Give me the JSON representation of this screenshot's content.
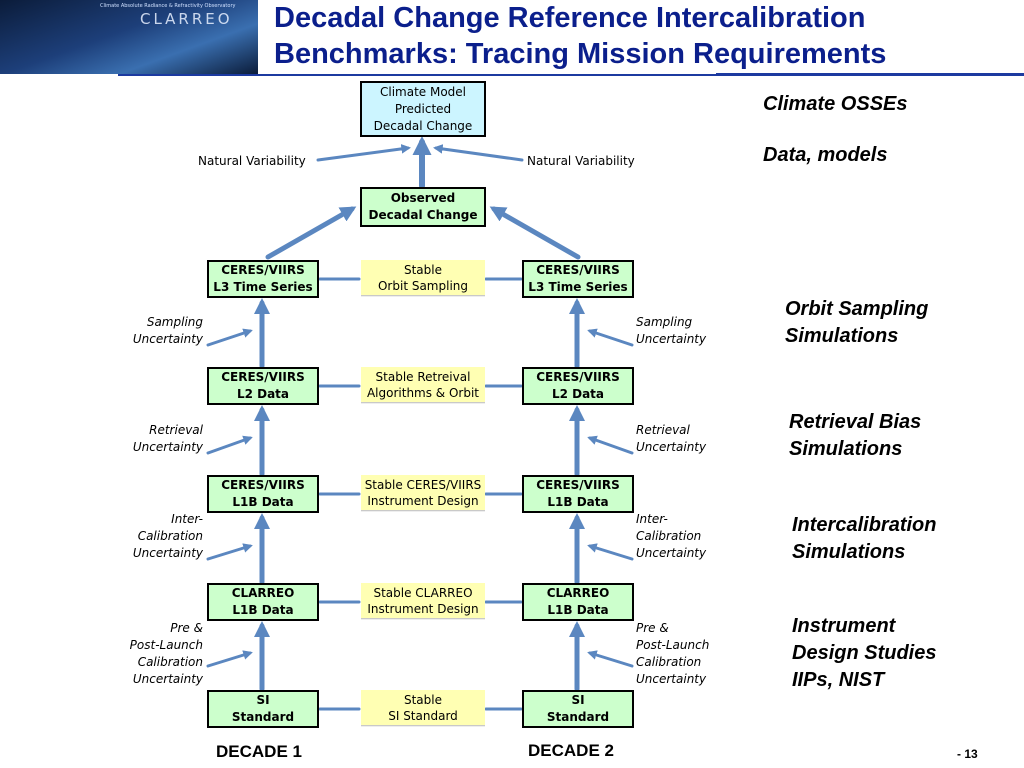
{
  "header": {
    "title_line1": "Decadal Change Reference Intercalibration",
    "title_line2": "Benchmarks: Tracing Mission Requirements",
    "logo_caption": "Climate Absolute Radiance & Refractivity Observatory",
    "logo_name": "CLARREO"
  },
  "diagram": {
    "top_box": [
      "Climate Model",
      "Predicted",
      "Decadal Change"
    ],
    "observed_box": [
      "Observed",
      "Decadal Change"
    ],
    "natural_variability_left": "Natural Variability",
    "natural_variability_right": "Natural Variability",
    "left_column": [
      [
        "CERES/VIIRS",
        "L3 Time Series"
      ],
      [
        "CERES/VIIRS",
        "L2 Data"
      ],
      [
        "CERES/VIIRS",
        "L1B Data"
      ],
      [
        "CLARREO",
        "L1B Data"
      ],
      [
        "SI",
        "Standard"
      ]
    ],
    "right_column": [
      [
        "CERES/VIIRS",
        "L3 Time Series"
      ],
      [
        "CERES/VIIRS",
        "L2 Data"
      ],
      [
        "CERES/VIIRS",
        "L1B Data"
      ],
      [
        "CLARREO",
        "L1B Data"
      ],
      [
        "SI",
        "Standard"
      ]
    ],
    "middle_column": [
      [
        "Stable",
        "Orbit Sampling"
      ],
      [
        "Stable Retreival",
        "Algorithms & Orbit"
      ],
      [
        "Stable CERES/VIIRS",
        "Instrument Design"
      ],
      [
        "Stable CLARREO",
        "Instrument Design"
      ],
      [
        "Stable",
        "SI Standard"
      ]
    ],
    "uncertainty_labels_left": [
      [
        "Sampling",
        "Uncertainty"
      ],
      [
        "Retrieval",
        "Uncertainty"
      ],
      [
        "Inter-",
        "Calibration",
        "Uncertainty"
      ],
      [
        "Pre &",
        "Post-Launch",
        "Calibration",
        "Uncertainty"
      ]
    ],
    "uncertainty_labels_right": [
      [
        "Sampling",
        "Uncertainty"
      ],
      [
        "Retrieval",
        "Uncertainty"
      ],
      [
        "Inter-",
        "Calibration",
        "Uncertainty"
      ],
      [
        "Pre &",
        "Post-Launch",
        "Calibration",
        "Uncertainty"
      ]
    ],
    "decade_left": "DECADE 1",
    "decade_right": "DECADE 2"
  },
  "side_notes": [
    [
      "Climate OSSEs"
    ],
    [
      "Data, models"
    ],
    [
      "Orbit Sampling",
      "Simulations"
    ],
    [
      "Retrieval Bias",
      "Simulations"
    ],
    [
      "Intercalibration",
      "Simulations"
    ],
    [
      "Instrument",
      "Design Studies",
      "IIPs, NIST"
    ]
  ],
  "page_number": "- 13",
  "colors": {
    "title": "#0b1f8c",
    "arrow": "#5b87c0",
    "green_box": "#ccffcc",
    "blue_box": "#ccf5ff",
    "yellow_box": "#ffffb3"
  }
}
